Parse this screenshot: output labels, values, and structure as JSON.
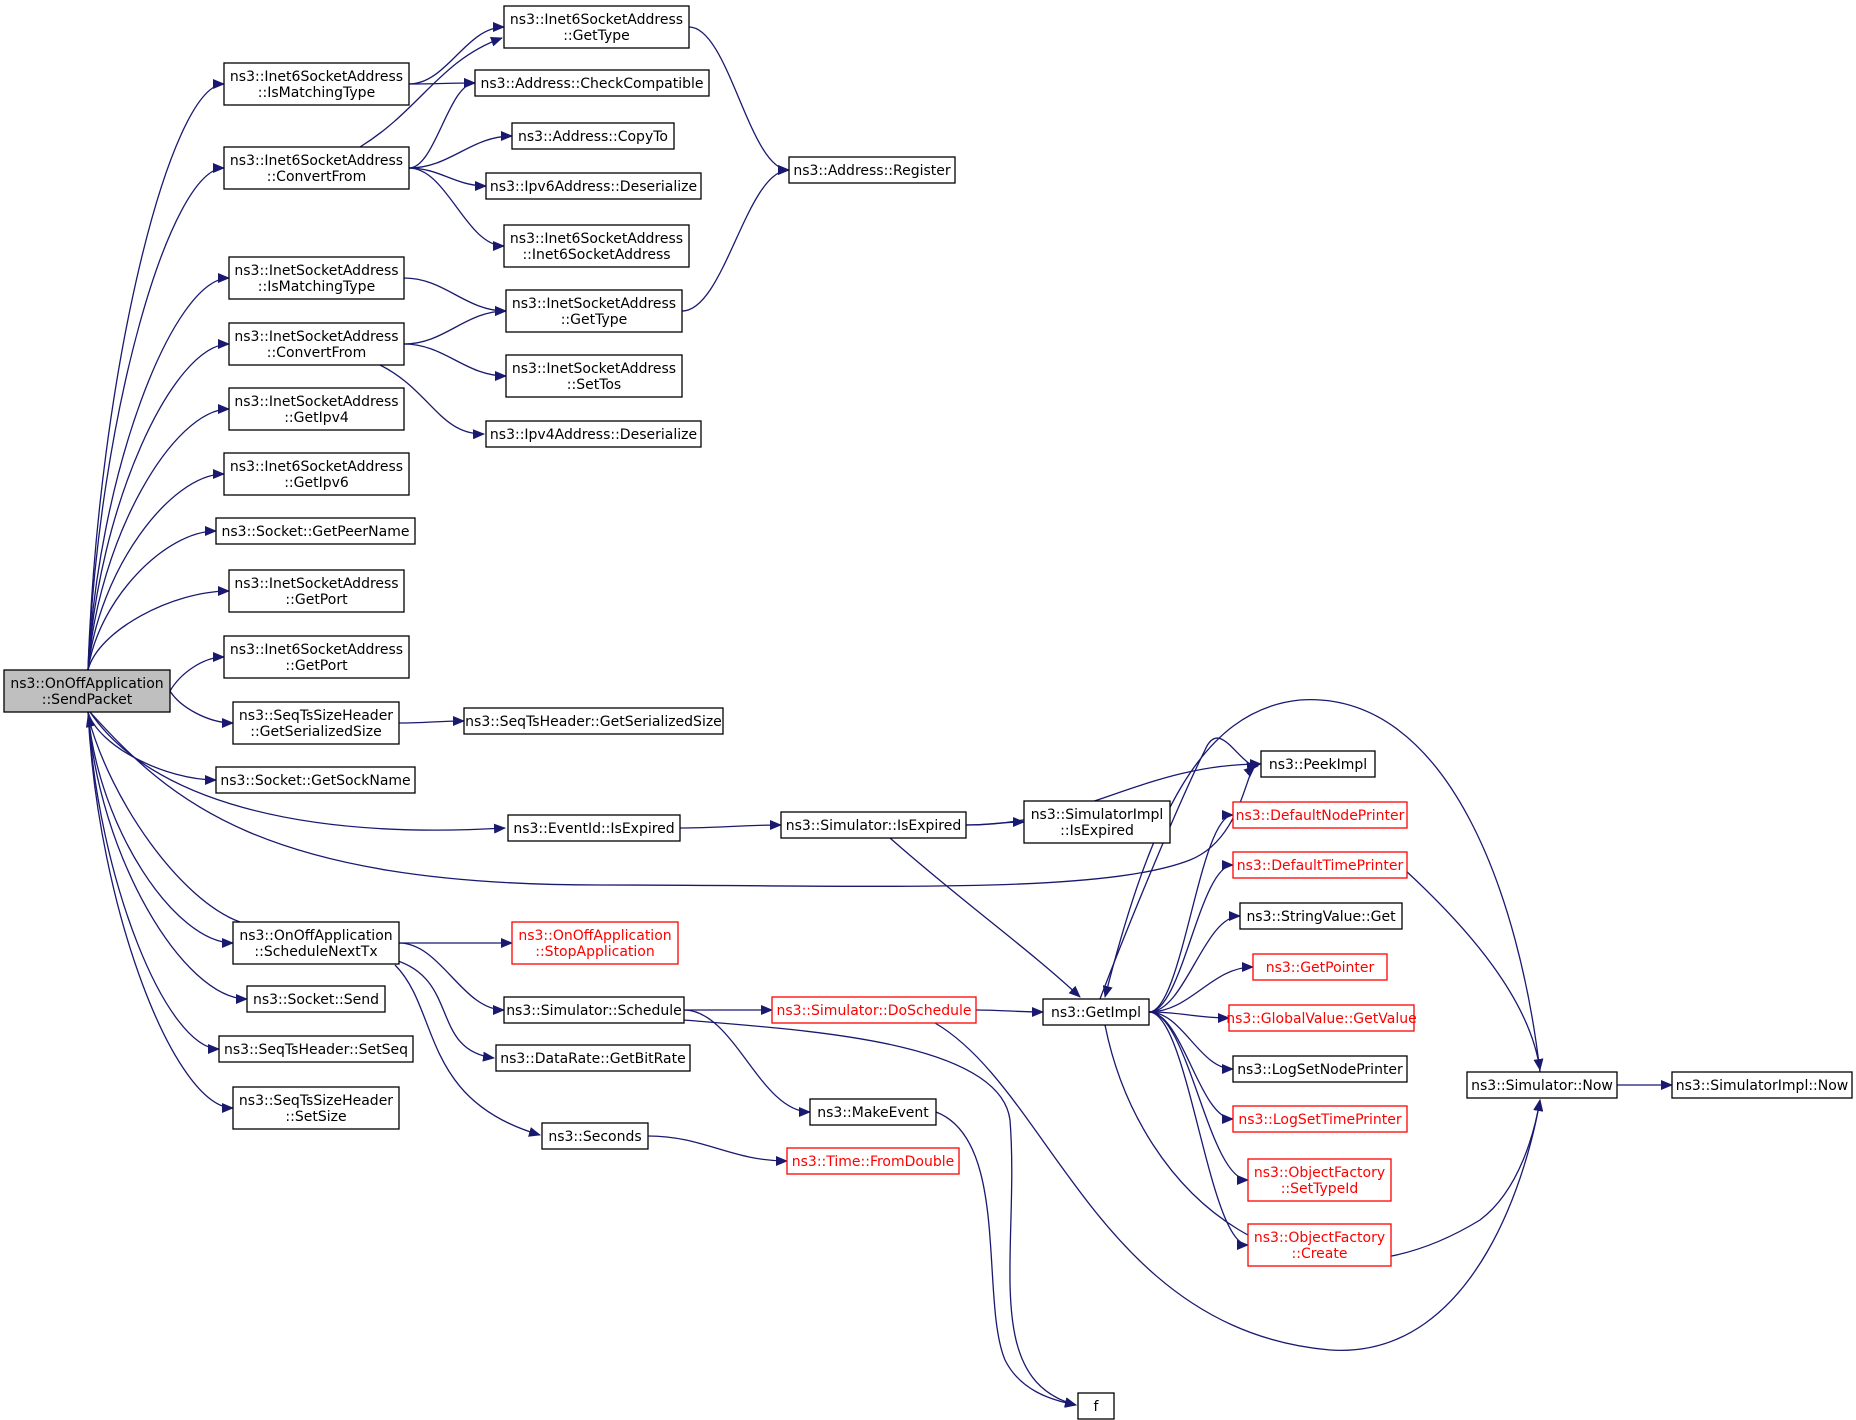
{
  "colors": {
    "edge": "#191970",
    "root_fill": "#bfbfbf",
    "red": "#ff0000"
  },
  "nodes": [
    {
      "id": "sendpacket",
      "lines": [
        "ns3::OnOffApplication",
        "::SendPacket"
      ],
      "root": true
    },
    {
      "id": "i6_ismatch",
      "lines": [
        "ns3::Inet6SocketAddress",
        "::IsMatchingType"
      ]
    },
    {
      "id": "i6_convert",
      "lines": [
        "ns3::Inet6SocketAddress",
        "::ConvertFrom"
      ]
    },
    {
      "id": "i4_ismatch",
      "lines": [
        "ns3::InetSocketAddress",
        "::IsMatchingType"
      ]
    },
    {
      "id": "i4_convert",
      "lines": [
        "ns3::InetSocketAddress",
        "::ConvertFrom"
      ]
    },
    {
      "id": "i4_getipv4",
      "lines": [
        "ns3::InetSocketAddress",
        "::GetIpv4"
      ]
    },
    {
      "id": "i6_getipv6",
      "lines": [
        "ns3::Inet6SocketAddress",
        "::GetIpv6"
      ]
    },
    {
      "id": "getpeername",
      "lines": [
        "ns3::Socket::GetPeerName"
      ]
    },
    {
      "id": "i4_getport",
      "lines": [
        "ns3::InetSocketAddress",
        "::GetPort"
      ]
    },
    {
      "id": "i6_getport",
      "lines": [
        "ns3::Inet6SocketAddress",
        "::GetPort"
      ]
    },
    {
      "id": "seqts_getsize",
      "lines": [
        "ns3::SeqTsSizeHeader",
        "::GetSerializedSize"
      ]
    },
    {
      "id": "getsockname",
      "lines": [
        "ns3::Socket::GetSockName"
      ]
    },
    {
      "id": "schedulenexttx",
      "lines": [
        "ns3::OnOffApplication",
        "::ScheduleNextTx"
      ]
    },
    {
      "id": "socketsend",
      "lines": [
        "ns3::Socket::Send"
      ]
    },
    {
      "id": "setseq",
      "lines": [
        "ns3::SeqTsHeader::SetSeq"
      ]
    },
    {
      "id": "setsize",
      "lines": [
        "ns3::SeqTsSizeHeader",
        "::SetSize"
      ]
    },
    {
      "id": "i6_gettype",
      "lines": [
        "ns3::Inet6SocketAddress",
        "::GetType"
      ]
    },
    {
      "id": "checkcompat",
      "lines": [
        "ns3::Address::CheckCompatible"
      ]
    },
    {
      "id": "copyto",
      "lines": [
        "ns3::Address::CopyTo"
      ]
    },
    {
      "id": "ipv6deser",
      "lines": [
        "ns3::Ipv6Address::Deserialize"
      ]
    },
    {
      "id": "i6_ctor",
      "lines": [
        "ns3::Inet6SocketAddress",
        "::Inet6SocketAddress"
      ]
    },
    {
      "id": "i4_gettype",
      "lines": [
        "ns3::InetSocketAddress",
        "::GetType"
      ]
    },
    {
      "id": "settos",
      "lines": [
        "ns3::InetSocketAddress",
        "::SetTos"
      ]
    },
    {
      "id": "ipv4deser",
      "lines": [
        "ns3::Ipv4Address::Deserialize"
      ]
    },
    {
      "id": "register",
      "lines": [
        "ns3::Address::Register"
      ]
    },
    {
      "id": "seqts_hdr_size",
      "lines": [
        "ns3::SeqTsHeader::GetSerializedSize"
      ]
    },
    {
      "id": "eventid_expired",
      "lines": [
        "ns3::EventId::IsExpired"
      ]
    },
    {
      "id": "sim_isexpired",
      "lines": [
        "ns3::Simulator::IsExpired"
      ]
    },
    {
      "id": "simimpl_isexpired",
      "lines": [
        "ns3::SimulatorImpl",
        "::IsExpired"
      ]
    },
    {
      "id": "peekimpl",
      "lines": [
        "ns3::PeekImpl"
      ]
    },
    {
      "id": "stopapp",
      "lines": [
        "ns3::OnOffApplication",
        "::StopApplication"
      ],
      "red": true
    },
    {
      "id": "sim_schedule",
      "lines": [
        "ns3::Simulator::Schedule"
      ]
    },
    {
      "id": "getbitrate",
      "lines": [
        "ns3::DataRate::GetBitRate"
      ]
    },
    {
      "id": "seconds",
      "lines": [
        "ns3::Seconds"
      ]
    },
    {
      "id": "doschedule",
      "lines": [
        "ns3::Simulator::DoSchedule"
      ],
      "red": true
    },
    {
      "id": "makeevent",
      "lines": [
        "ns3::MakeEvent"
      ]
    },
    {
      "id": "fromdouble",
      "lines": [
        "ns3::Time::FromDouble"
      ],
      "red": true
    },
    {
      "id": "getimpl",
      "lines": [
        "ns3::GetImpl"
      ]
    },
    {
      "id": "defnodeprinter",
      "lines": [
        "ns3::DefaultNodePrinter"
      ],
      "red": true
    },
    {
      "id": "deftimeprinter",
      "lines": [
        "ns3::DefaultTimePrinter"
      ],
      "red": true
    },
    {
      "id": "stringvalueget",
      "lines": [
        "ns3::StringValue::Get"
      ]
    },
    {
      "id": "getpointer",
      "lines": [
        "ns3::GetPointer"
      ],
      "red": true
    },
    {
      "id": "globalgetvalue",
      "lines": [
        "ns3::GlobalValue::GetValue"
      ],
      "red": true
    },
    {
      "id": "logsetnode",
      "lines": [
        "ns3::LogSetNodePrinter"
      ]
    },
    {
      "id": "logsettime",
      "lines": [
        "ns3::LogSetTimePrinter"
      ],
      "red": true
    },
    {
      "id": "objfact_settypeid",
      "lines": [
        "ns3::ObjectFactory",
        "::SetTypeId"
      ],
      "red": true
    },
    {
      "id": "objfact_create",
      "lines": [
        "ns3::ObjectFactory",
        "::Create"
      ],
      "red": true
    },
    {
      "id": "f",
      "lines": [
        "f"
      ]
    },
    {
      "id": "sim_now",
      "lines": [
        "ns3::Simulator::Now"
      ]
    },
    {
      "id": "simimpl_now",
      "lines": [
        "ns3::SimulatorImpl::Now"
      ]
    }
  ],
  "edges": [
    [
      "sendpacket",
      "i6_ismatch"
    ],
    [
      "sendpacket",
      "i6_convert"
    ],
    [
      "sendpacket",
      "i4_ismatch"
    ],
    [
      "sendpacket",
      "i4_convert"
    ],
    [
      "sendpacket",
      "i4_getipv4"
    ],
    [
      "sendpacket",
      "i6_getipv6"
    ],
    [
      "sendpacket",
      "getpeername"
    ],
    [
      "sendpacket",
      "i4_getport"
    ],
    [
      "sendpacket",
      "i6_getport"
    ],
    [
      "sendpacket",
      "seqts_getsize"
    ],
    [
      "sendpacket",
      "getsockname"
    ],
    [
      "sendpacket",
      "eventid_expired"
    ],
    [
      "sendpacket",
      "peekimpl"
    ],
    [
      "sendpacket",
      "schedulenexttx"
    ],
    [
      "sendpacket",
      "socketsend"
    ],
    [
      "sendpacket",
      "setseq"
    ],
    [
      "sendpacket",
      "setsize"
    ],
    [
      "i6_ismatch",
      "i6_gettype"
    ],
    [
      "i6_ismatch",
      "checkcompat"
    ],
    [
      "i6_convert",
      "i6_gettype"
    ],
    [
      "i6_convert",
      "checkcompat"
    ],
    [
      "i6_convert",
      "copyto"
    ],
    [
      "i6_convert",
      "ipv6deser"
    ],
    [
      "i6_convert",
      "i6_ctor"
    ],
    [
      "i4_ismatch",
      "i4_gettype"
    ],
    [
      "i4_convert",
      "i4_gettype"
    ],
    [
      "i4_convert",
      "settos"
    ],
    [
      "i4_convert",
      "ipv4deser"
    ],
    [
      "i6_gettype",
      "register"
    ],
    [
      "i4_gettype",
      "register"
    ],
    [
      "seqts_getsize",
      "seqts_hdr_size"
    ],
    [
      "eventid_expired",
      "sim_isexpired"
    ],
    [
      "sim_isexpired",
      "peekimpl"
    ],
    [
      "sim_isexpired",
      "simimpl_isexpired"
    ],
    [
      "sim_isexpired",
      "getimpl"
    ],
    [
      "schedulenexttx",
      "sendpacket"
    ],
    [
      "schedulenexttx",
      "stopapp"
    ],
    [
      "schedulenexttx",
      "sim_schedule"
    ],
    [
      "schedulenexttx",
      "getbitrate"
    ],
    [
      "schedulenexttx",
      "seconds"
    ],
    [
      "sim_schedule",
      "doschedule"
    ],
    [
      "sim_schedule",
      "makeevent"
    ],
    [
      "sim_schedule",
      "f"
    ],
    [
      "seconds",
      "fromdouble"
    ],
    [
      "makeevent",
      "f"
    ],
    [
      "doschedule",
      "getimpl"
    ],
    [
      "doschedule",
      "sim_now"
    ],
    [
      "getimpl",
      "peekimpl"
    ],
    [
      "getimpl",
      "defnodeprinter"
    ],
    [
      "getimpl",
      "deftimeprinter"
    ],
    [
      "getimpl",
      "stringvalueget"
    ],
    [
      "getimpl",
      "getpointer"
    ],
    [
      "getimpl",
      "globalgetvalue"
    ],
    [
      "getimpl",
      "logsetnode"
    ],
    [
      "getimpl",
      "logsettime"
    ],
    [
      "getimpl",
      "objfact_settypeid"
    ],
    [
      "getimpl",
      "objfact_create"
    ],
    [
      "getimpl",
      "sim_now"
    ],
    [
      "deftimeprinter",
      "sim_now"
    ],
    [
      "sim_now",
      "getimpl"
    ],
    [
      "sim_now",
      "simimpl_now"
    ]
  ]
}
